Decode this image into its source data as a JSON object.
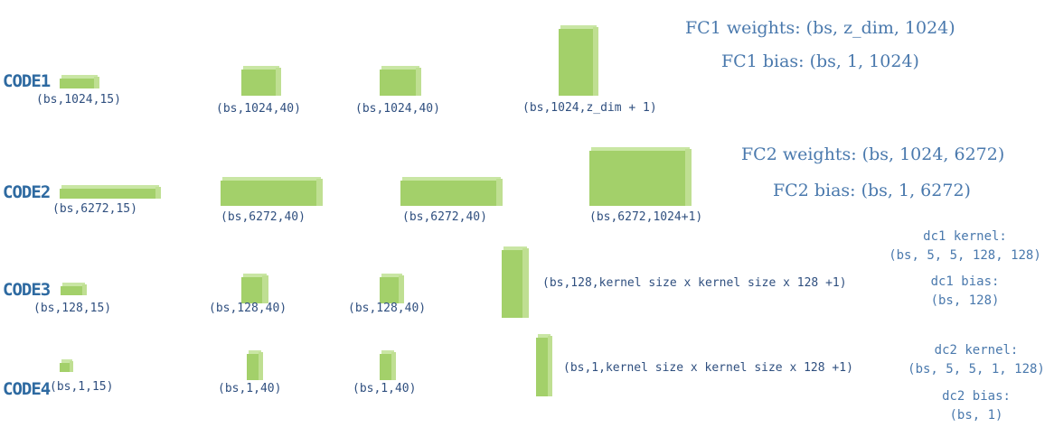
{
  "rows": [
    {
      "code": "CODE1",
      "label_input": "(bs,1024,15)",
      "label_l1": "(bs,1024,40)",
      "label_l2": "(bs,1024,40)",
      "label_params": "(bs,1024,z_dim + 1)"
    },
    {
      "code": "CODE2",
      "label_input": "(bs,6272,15)",
      "label_l1": "(bs,6272,40)",
      "label_l2": "(bs,6272,40)",
      "label_params": "(bs,6272,1024+1)"
    },
    {
      "code": "CODE3",
      "label_input": "(bs,128,15)",
      "label_l1": "(bs,128,40)",
      "label_l2": "(bs,128,40)",
      "label_params": "(bs,128,kernel size x kernel size x 128 +1)"
    },
    {
      "code": "CODE4",
      "label_input": "(bs,1,15)",
      "label_l1": "(bs,1,40)",
      "label_l2": "(bs,1,40)",
      "label_params": "(bs,1,kernel size x kernel size x 128 +1)"
    }
  ],
  "notes": {
    "fc1_weights": "FC1 weights: (bs, z_dim, 1024)",
    "fc1_bias": "FC1 bias: (bs, 1, 1024)",
    "fc2_weights": "FC2 weights: (bs, 1024, 6272)",
    "fc2_bias": "FC2 bias: (bs, 1, 6272)",
    "dc1_kernel_title": "dc1 kernel:",
    "dc1_kernel_shape": "(bs, 5, 5, 128, 128)",
    "dc1_bias_title": "dc1 bias:",
    "dc1_bias_shape": "(bs, 128)",
    "dc2_kernel_title": "dc2 kernel:",
    "dc2_kernel_shape": "(bs, 5, 5, 1, 128)",
    "dc2_bias_title": "dc2 bias:",
    "dc2_bias_shape": "(bs, 1)"
  },
  "colors": {
    "block_front": "#a3d06a",
    "block_side": "#bfdf92",
    "block_top": "#c9e6a4",
    "code_text": "#2e6aa1",
    "note_text": "#4a79ad"
  }
}
